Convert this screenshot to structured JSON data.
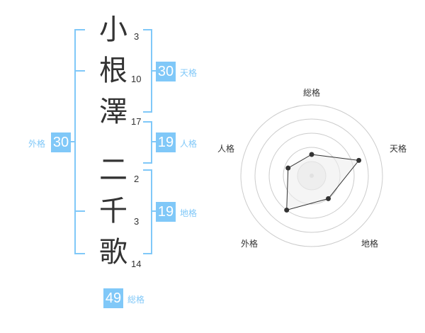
{
  "name": {
    "chars": [
      {
        "char": "小",
        "strokes": "3"
      },
      {
        "char": "根",
        "strokes": "10"
      },
      {
        "char": "澤",
        "strokes": "17"
      },
      {
        "char": "二",
        "strokes": "2"
      },
      {
        "char": "千",
        "strokes": "3"
      },
      {
        "char": "歌",
        "strokes": "14"
      }
    ]
  },
  "scores": {
    "tenkaku": {
      "value": "30",
      "label": "天格"
    },
    "jinkaku": {
      "value": "19",
      "label": "人格"
    },
    "chikaku": {
      "value": "19",
      "label": "地格"
    },
    "gaikaku": {
      "value": "30",
      "label": "外格"
    },
    "soukaku": {
      "value": "49",
      "label": "総格"
    }
  },
  "radar": {
    "axes": [
      "総格",
      "天格",
      "地格",
      "外格",
      "人格"
    ],
    "values": [
      0.3,
      0.7,
      0.4,
      0.6,
      0.35
    ],
    "ring_color": "#cccccc",
    "fill_color": "#eeeeee",
    "line_color": "#333333"
  },
  "colors": {
    "accent": "#80c8f8",
    "text": "#333333"
  }
}
